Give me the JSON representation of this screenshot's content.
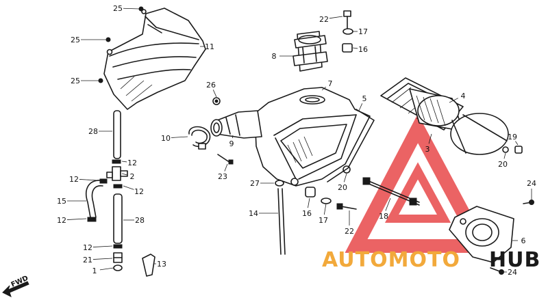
{
  "diagram": {
    "callouts": [
      {
        "id": "c25a",
        "label": "25"
      },
      {
        "id": "c25b",
        "label": "25"
      },
      {
        "id": "c25c",
        "label": "25"
      },
      {
        "id": "c11",
        "label": "11"
      },
      {
        "id": "c22a",
        "label": "22"
      },
      {
        "id": "c17a",
        "label": "17"
      },
      {
        "id": "c16a",
        "label": "16"
      },
      {
        "id": "c8",
        "label": "8"
      },
      {
        "id": "c26",
        "label": "26"
      },
      {
        "id": "c7",
        "label": "7"
      },
      {
        "id": "c5",
        "label": "5"
      },
      {
        "id": "c4",
        "label": "4"
      },
      {
        "id": "c10",
        "label": "10"
      },
      {
        "id": "c9",
        "label": "9"
      },
      {
        "id": "c3",
        "label": "3"
      },
      {
        "id": "c19",
        "label": "19"
      },
      {
        "id": "c20a",
        "label": "20"
      },
      {
        "id": "c28a",
        "label": "28"
      },
      {
        "id": "c12a",
        "label": "12"
      },
      {
        "id": "c2",
        "label": "2"
      },
      {
        "id": "c12b",
        "label": "12"
      },
      {
        "id": "c12c",
        "label": "12"
      },
      {
        "id": "c15",
        "label": "15"
      },
      {
        "id": "c12d",
        "label": "12"
      },
      {
        "id": "c28b",
        "label": "28"
      },
      {
        "id": "c23",
        "label": "23"
      },
      {
        "id": "c27",
        "label": "27"
      },
      {
        "id": "c20b",
        "label": "20"
      },
      {
        "id": "c14",
        "label": "14"
      },
      {
        "id": "c16b",
        "label": "16"
      },
      {
        "id": "c17b",
        "label": "17"
      },
      {
        "id": "c22b",
        "label": "22"
      },
      {
        "id": "c18",
        "label": "18"
      },
      {
        "id": "c24a",
        "label": "24"
      },
      {
        "id": "c6",
        "label": "6"
      },
      {
        "id": "c12e",
        "label": "12"
      },
      {
        "id": "c21",
        "label": "21"
      },
      {
        "id": "c13",
        "label": "13"
      },
      {
        "id": "c1",
        "label": "1"
      },
      {
        "id": "c24b",
        "label": "24"
      }
    ],
    "fwd_label": "FWD"
  },
  "watermark": {
    "word_1": "AUTOMOTO",
    "word_2": "HUB",
    "color_primary": "#f2a93b",
    "color_secondary": "#e8484a"
  }
}
